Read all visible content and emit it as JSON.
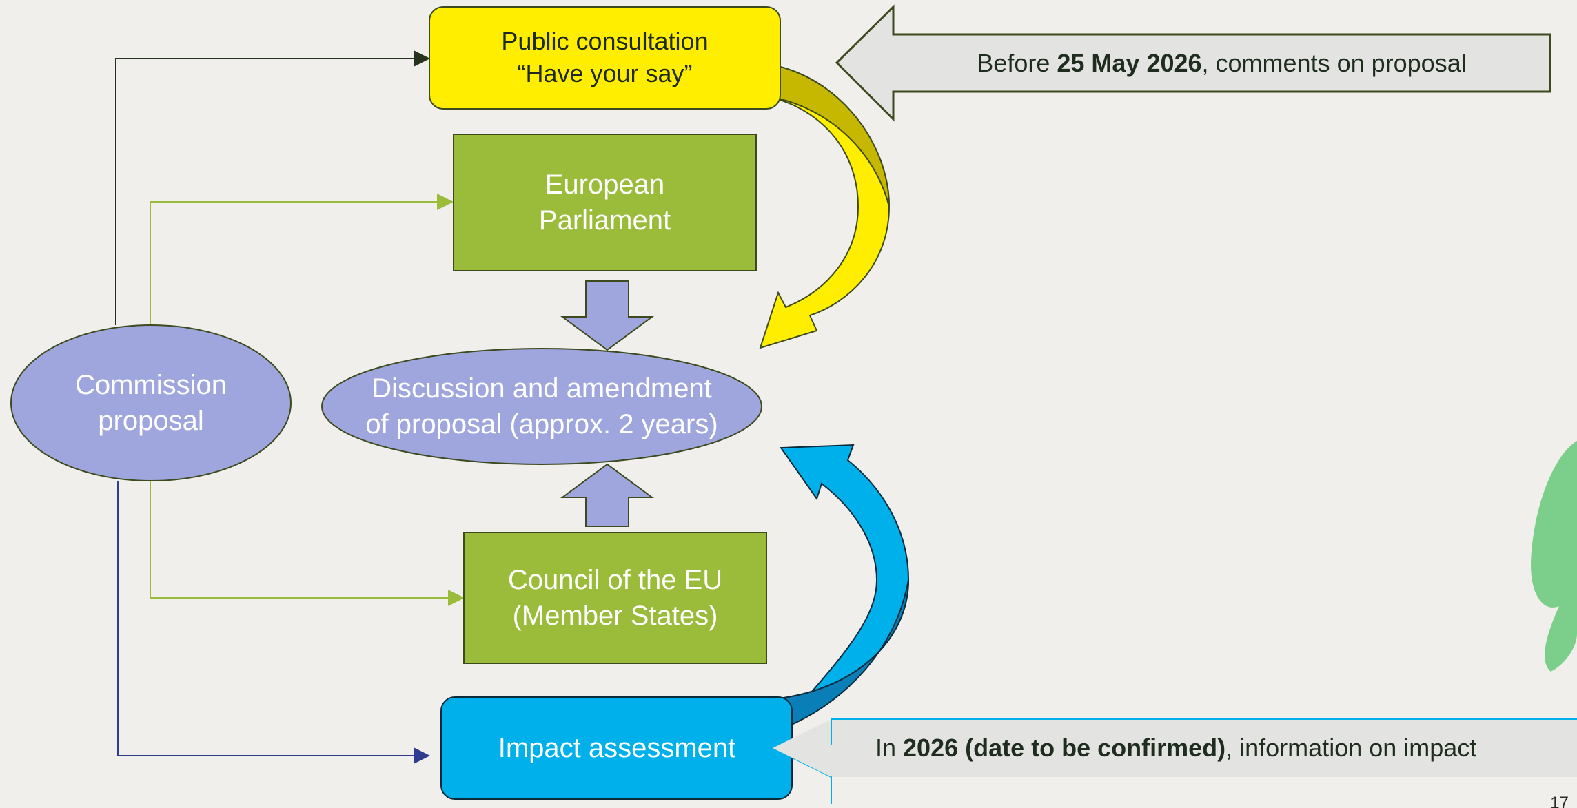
{
  "nodes": {
    "public_consultation": {
      "lines": [
        "Public consultation",
        "“Have your say”"
      ],
      "fill": "#ffee00",
      "text_color": "#1f2a1f"
    },
    "european_parliament": {
      "lines": [
        "European",
        "Parliament"
      ],
      "fill": "#9bbb3a",
      "text_color": "#ffffff"
    },
    "discussion": {
      "lines": [
        "Discussion and amendment",
        "of proposal (approx. 2 years)"
      ],
      "fill": "#9ea6dd",
      "text_color": "#ffffff"
    },
    "council": {
      "lines": [
        "Council of the EU",
        "(Member States)"
      ],
      "fill": "#9bbb3a",
      "text_color": "#ffffff"
    },
    "commission": {
      "lines": [
        "Commission",
        "proposal"
      ],
      "fill": "#9ea6dd",
      "text_color": "#ffffff"
    },
    "impact_assessment": {
      "lines": [
        "Impact assessment"
      ],
      "fill": "#00b0ea",
      "text_color": "#ffffff"
    }
  },
  "callouts": {
    "consultation": {
      "prefix": "Before ",
      "bold": "25 May 2026",
      "suffix": ", comments on proposal"
    },
    "impact": {
      "prefix": "In ",
      "bold": "2026 (date to be confirmed)",
      "suffix": ", information on impact"
    }
  },
  "page_number": "17",
  "colors": {
    "background": "#f0efec",
    "outline": "#3c4a1e",
    "connector_dark": "#25331f",
    "connector_green": "#9bbb3a",
    "connector_blue": "#2f3c8f",
    "callout_fill": "#e3e3e1",
    "blue_arrow_dark": "#0a7fb7",
    "yellow_arrow_dark": "#c6b800",
    "leaf": "#7ccf8b"
  }
}
